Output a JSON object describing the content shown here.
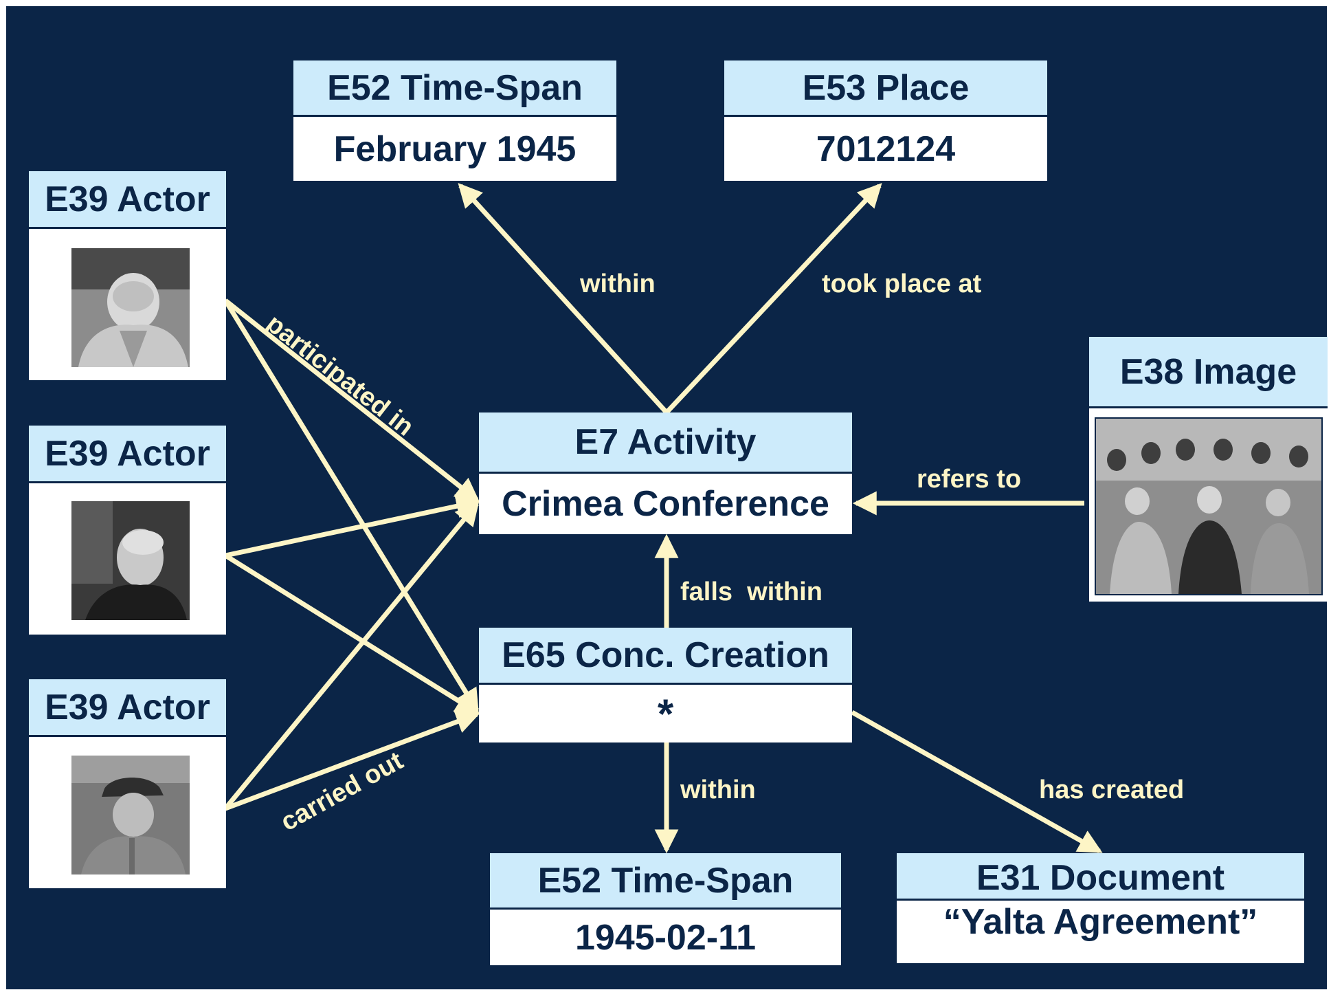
{
  "nodes": {
    "timespan_top": {
      "class": "E52 Time-Span",
      "value": "February 1945"
    },
    "place": {
      "class": "E53 Place",
      "value": "7012124"
    },
    "actor1": {
      "class": "E39 Actor",
      "portrait": "Portrait of a heavy-set man in a coat (Churchill)"
    },
    "actor2": {
      "class": "E39 Actor",
      "portrait": "Portrait of a man in a dark cape (Roosevelt)"
    },
    "actor3": {
      "class": "E39 Actor",
      "portrait": "Portrait of a man in military uniform and cap (Stalin)"
    },
    "image": {
      "class": "E38 Image",
      "photo": "Photograph of the three leaders seated at the conference"
    },
    "activity": {
      "class": "E7 Activity",
      "value": "Crimea Conference"
    },
    "creation": {
      "class": "E65 Conc. Creation",
      "value": "*"
    },
    "timespan_bottom": {
      "class": "E52 Time-Span",
      "value": "1945-02-11"
    },
    "document": {
      "class": "E31 Document",
      "value": "“Yalta Agreement”"
    }
  },
  "relations": {
    "within_top": "within",
    "took_place_at": "took place at",
    "participated_in": "participated in",
    "refers_to": "refers to",
    "falls_within": "falls  within",
    "within_bottom": "within",
    "has_created": "has created",
    "carried_out": "carried out"
  },
  "colors": {
    "background": "#0b2547",
    "header": "#cdebfb",
    "arrow": "#fdf5c6"
  }
}
